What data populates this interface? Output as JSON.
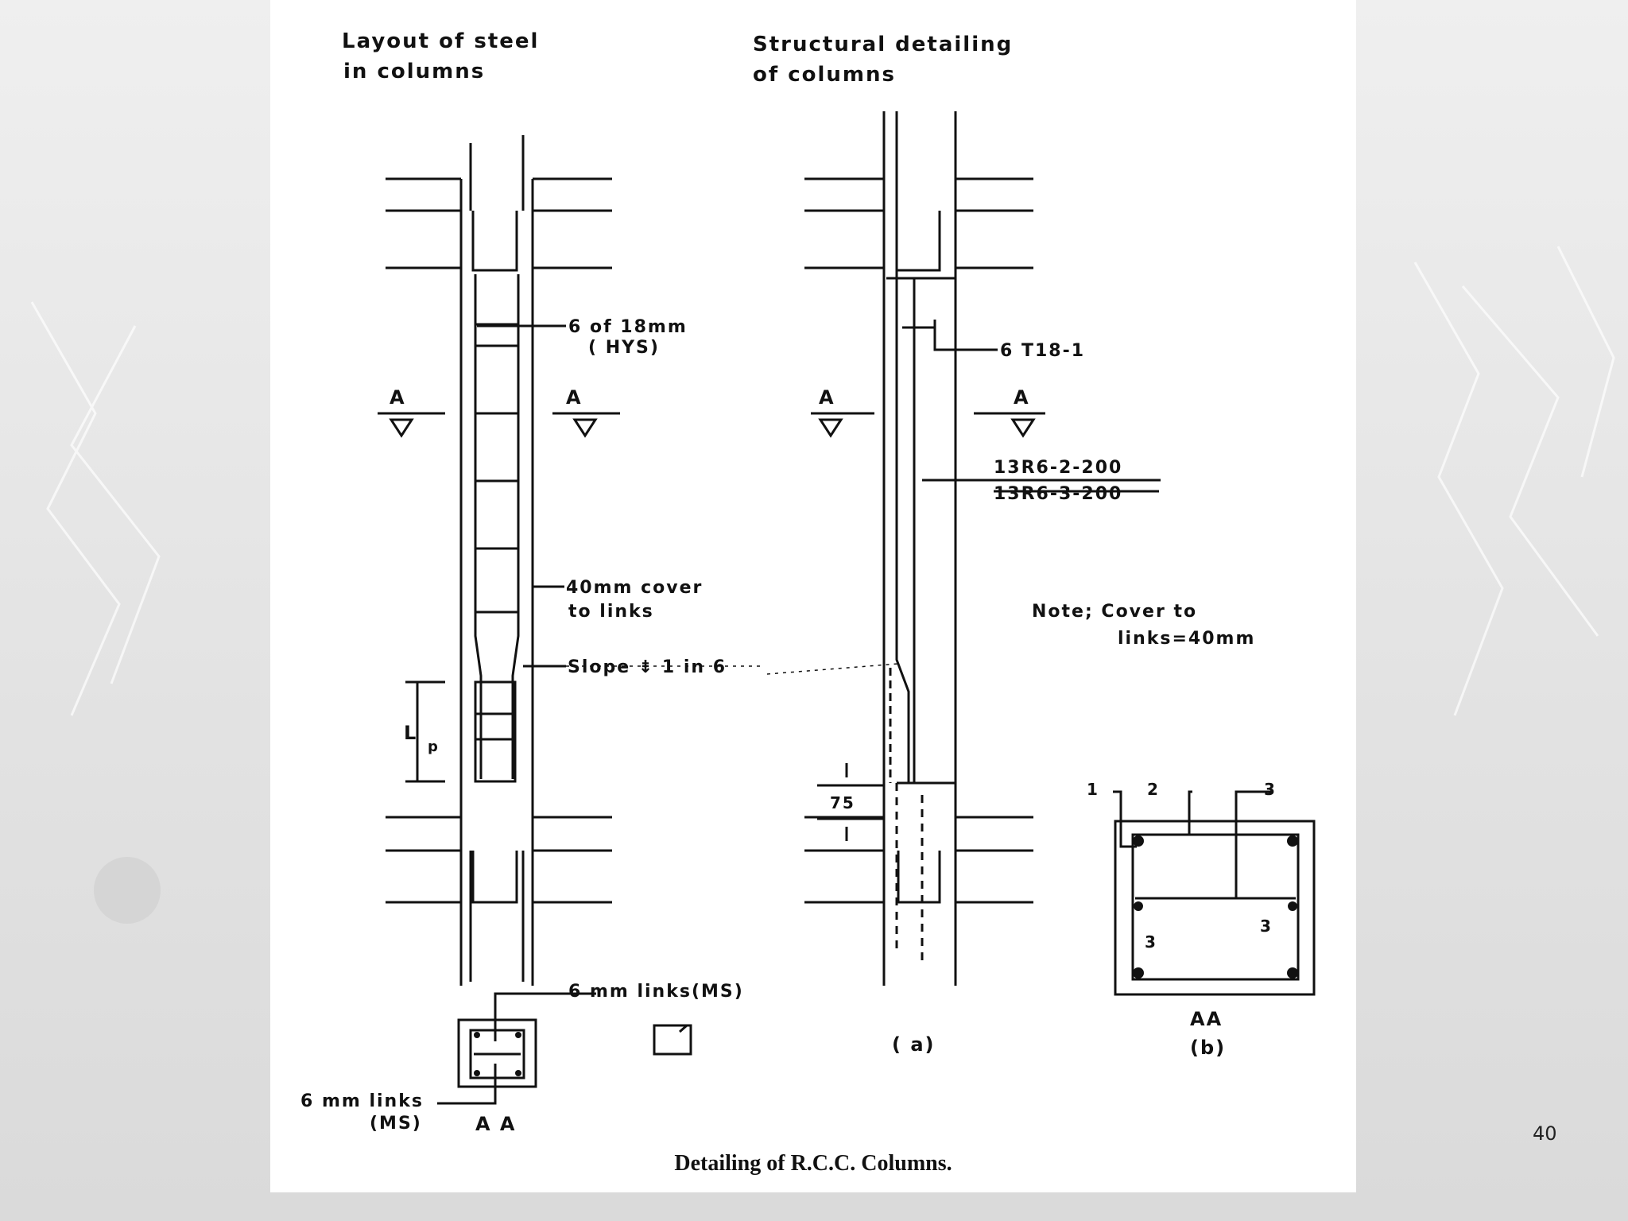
{
  "slide": {
    "page_number": "40",
    "caption": "Detailing of R.C.C. Columns."
  },
  "left_drawing": {
    "title_line1": "Layout of steel",
    "title_line2": "in columns",
    "section_mark": "A",
    "label_bars_line1": "6 of 18mm",
    "label_bars_line2": "( HYS)",
    "label_cover_line1": "40mm cover",
    "label_cover_line2": "to links",
    "label_slope": "Slope ⇟ 1 in 6",
    "label_lp": "L",
    "label_lp_sub": "p",
    "label_links_top": "6 mm links(MS)",
    "label_links_bottom_line1": "6 mm links",
    "label_links_bottom_line2": "(MS)",
    "section_caption": "A A"
  },
  "right_drawing": {
    "title_line1": "Structural detailing",
    "title_line2": "of columns",
    "section_mark": "A",
    "label_bar_mark": "6 T18-1",
    "label_links_1": "13R6-2-200",
    "label_links_2": "13R6-3-200",
    "label_75": "75",
    "view_label_a": "( a)",
    "note_line1": "Note; Cover to",
    "note_line2": "links=40mm",
    "section_caption": "AA",
    "view_label_b": "(b)",
    "num_1": "1",
    "num_2": "2",
    "num_3": "3"
  },
  "colors": {
    "ink": "#111111",
    "sheet": "#ffffff",
    "background": "#e6e6e6"
  }
}
